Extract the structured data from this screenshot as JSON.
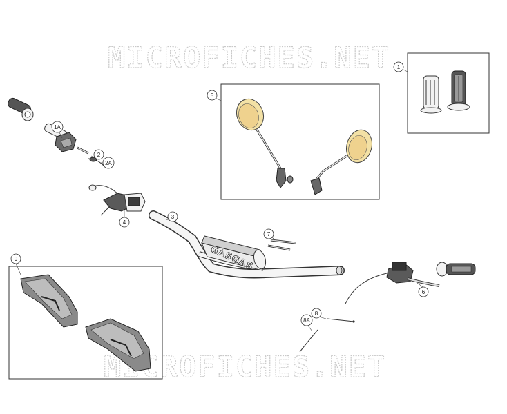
{
  "watermark": "MICROFICHES.NET",
  "brand_text": "GASGAS",
  "callouts": [
    "1",
    "1A",
    "2",
    "2A",
    "3",
    "4",
    "5",
    "6",
    "7",
    "8",
    "8A",
    "9"
  ]
}
